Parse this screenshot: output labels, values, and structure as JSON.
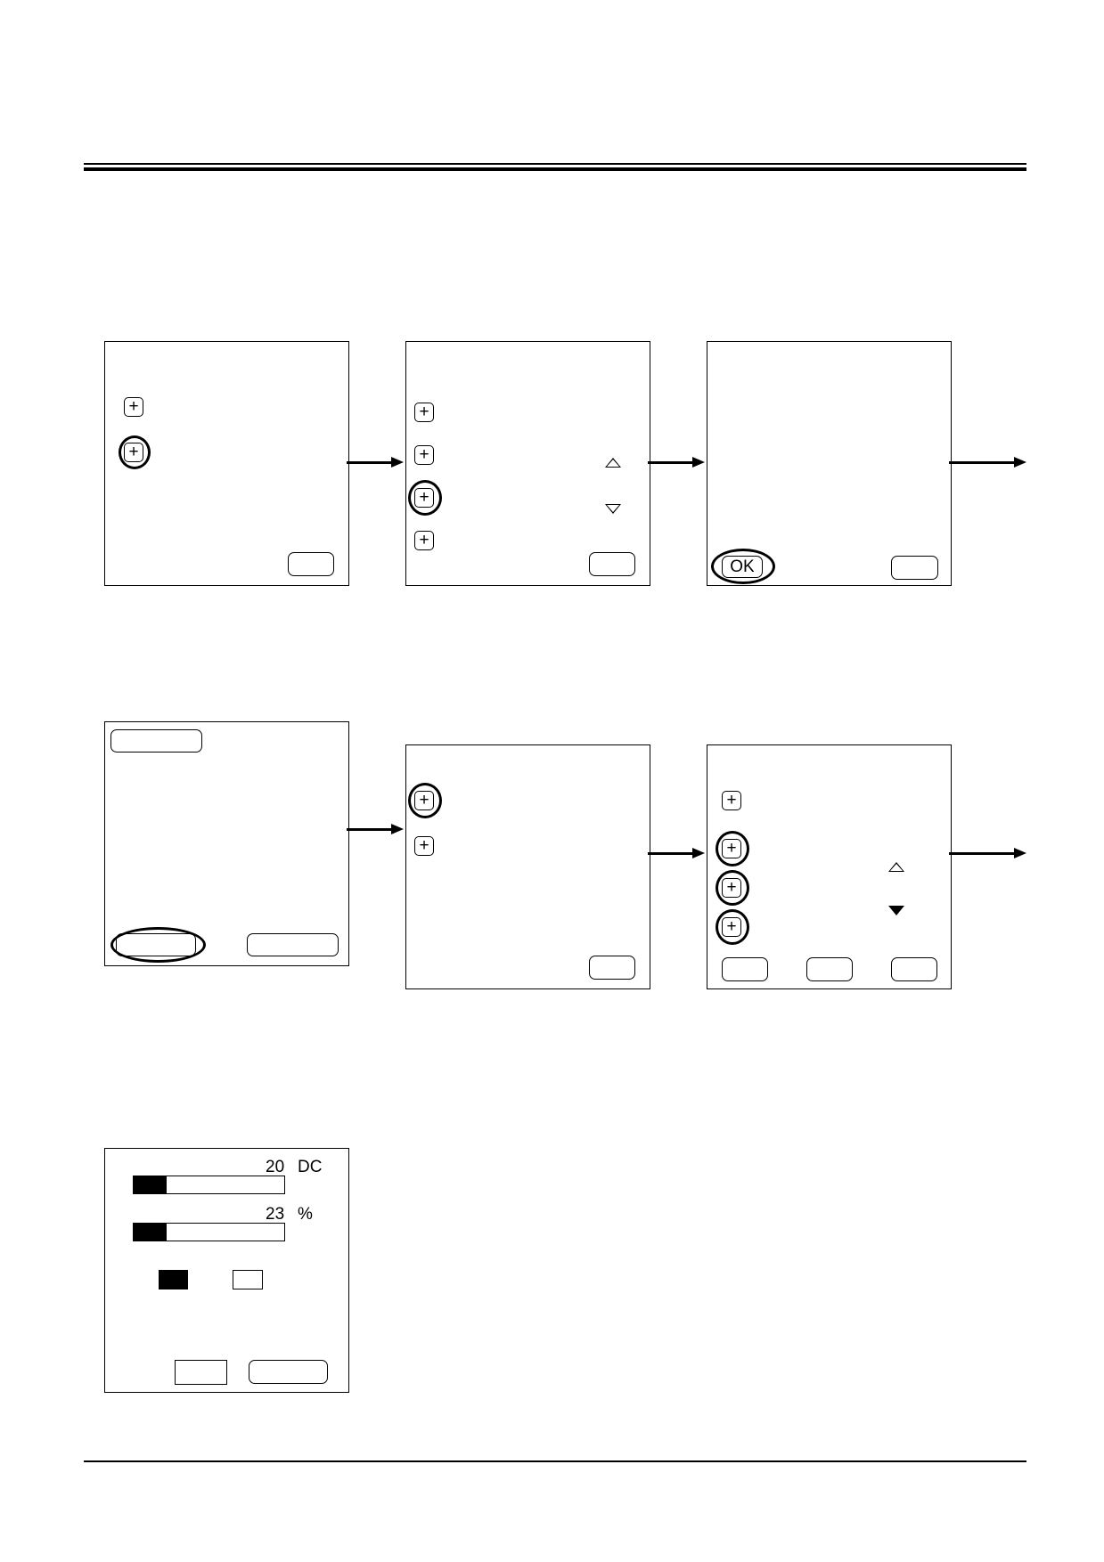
{
  "flow1": {
    "confirm_button": "OK"
  },
  "monitor": {
    "row1": {
      "value": "20",
      "unit": "DC",
      "level": 0.22
    },
    "row2": {
      "value": "23",
      "unit": "%",
      "level": 0.22
    }
  },
  "icons": {
    "plus": "+",
    "arrow": "right-arrow-icon",
    "scroll_up": "triangle-up-icon",
    "scroll_down": "triangle-down-icon"
  },
  "colors": {
    "ink": "#000000",
    "paper": "#ffffff"
  }
}
